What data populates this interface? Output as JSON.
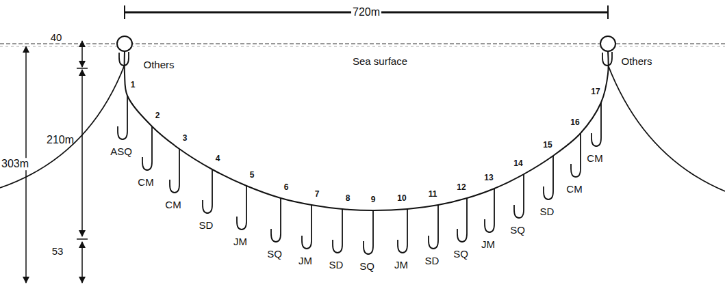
{
  "diagram": {
    "labels": [
      "720m",
      "Sea surface",
      "Others",
      "Others",
      "303m",
      "40",
      "210m",
      "53",
      "1",
      "2",
      "3",
      "4",
      "5",
      "6",
      "7",
      "8",
      "9",
      "10",
      "11",
      "12",
      "13",
      "14",
      "15",
      "16",
      "17",
      "ASQ",
      "CM",
      "CM",
      "SD",
      "JM",
      "SQ",
      "JM",
      "SD",
      "SQ",
      "JM",
      "SD",
      "SQ",
      "JM",
      "SQ",
      "SD",
      "CM",
      "CM"
    ]
  }
}
